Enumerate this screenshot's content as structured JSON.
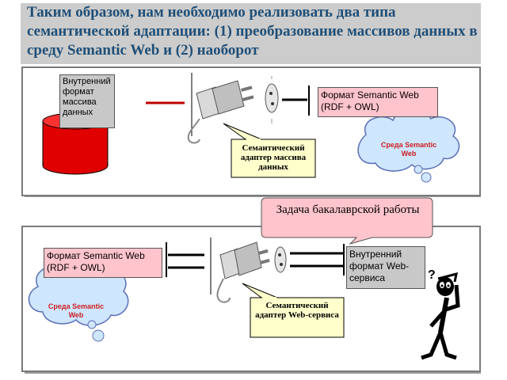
{
  "title": {
    "text": "Таким образом, нам необходимо реализовать два типа семантической адаптации: (1) преобразование массивов данных в среду Semantic Web и (2) наоборот"
  },
  "top_panel": {
    "internal_format_label": "Внутренний формат массива данных",
    "sw_format_label": "Формат Semantic Web (RDF + OWL)",
    "adapter_label": "Семантический адаптер массива данных",
    "cloud_label": "Среда Semantic Web"
  },
  "bottom_panel": {
    "sw_format_label": "Формат Semantic Web (RDF + OWL)",
    "internal_format_label": "Внутренний формат Web-сервиса",
    "adapter_label": "Семантический адаптер Web-сервиса",
    "cloud_label": "Среда Semantic Web",
    "task_label": "Задача бакалаврской работы"
  },
  "colors": {
    "title_text": "#1f4f78",
    "title_band": "#cccccc",
    "database": "#e00000",
    "cloud_fill": "#cfe6ff",
    "cloud_stroke": "#5a6fb8",
    "callout_fill": "#ffffcc",
    "pink_box": "#ffc4cc",
    "gray_box": "#c8c8c8"
  }
}
